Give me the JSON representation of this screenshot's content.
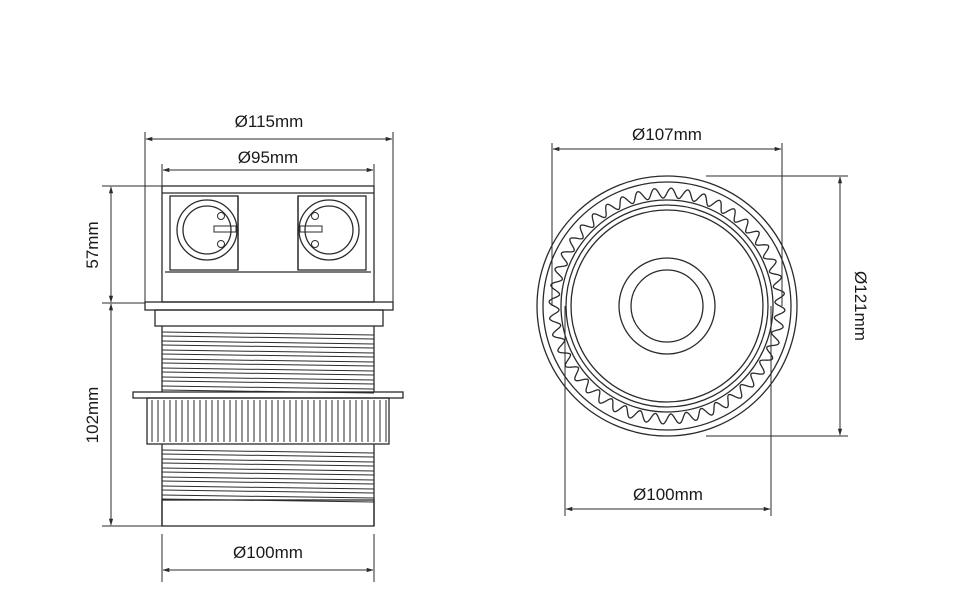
{
  "side_view": {
    "top_diameter": "Ø115mm",
    "inner_diameter": "Ø95mm",
    "socket_height": "57mm",
    "body_height": "102mm",
    "bottom_diameter": "Ø100mm"
  },
  "top_view": {
    "outer_diameter": "Ø107mm",
    "flange_diameter": "Ø121mm",
    "thread_diameter": "Ø100mm"
  }
}
